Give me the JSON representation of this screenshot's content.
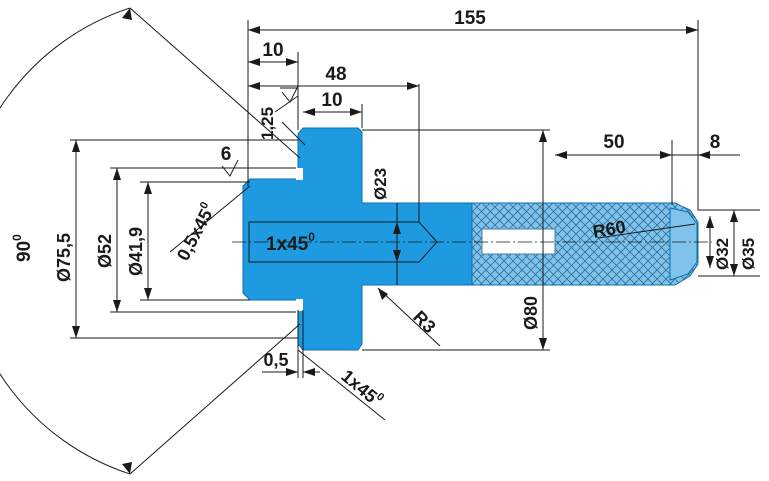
{
  "colors": {
    "part_fill": "#1e9be0",
    "part_edge": "#0f6fb0",
    "knurl_fill": "#7fc3ea",
    "knurl_line": "#2f6f9a",
    "ink": "#1a1a1a"
  },
  "labels": {
    "overall_length": "155",
    "length_10_top": "10",
    "length_48": "48",
    "length_10_flange": "10",
    "length_50": "50",
    "length_8": "8",
    "roughness_125": "1,25",
    "roughness_6": "6",
    "dia_23": "Ø23",
    "dia_75_5": "Ø75,5",
    "dia_52": "Ø52",
    "dia_41_9": "Ø41,9",
    "dia_80": "Ø80",
    "dia_32": "Ø32",
    "dia_35": "Ø35",
    "chamfer_05": "0,5x45",
    "chamfer_05_deg": "0",
    "chamfer_bore": "1x45",
    "chamfer_bore_deg": "0",
    "chamfer_bottom": "1x45",
    "chamfer_bottom_deg": "0",
    "radius_60": "R60",
    "radius_3": "R3",
    "groove_05": "0,5",
    "angle_90": "90",
    "angle_90_deg": "0"
  }
}
